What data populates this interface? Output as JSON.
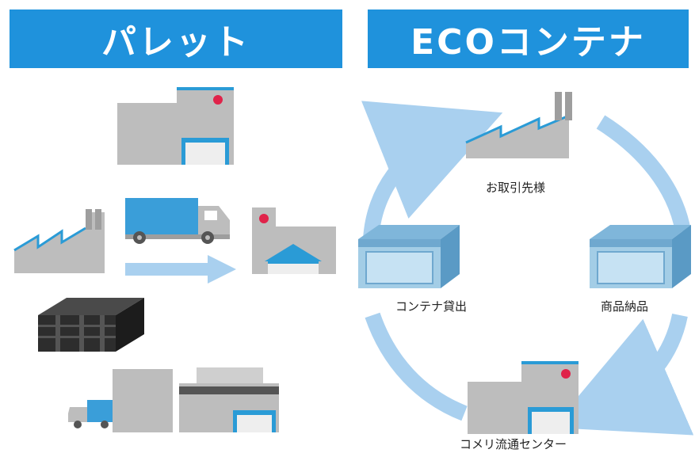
{
  "left_panel": {
    "title": "パレット"
  },
  "right_panel": {
    "title": "ECOコンテナ",
    "labels": {
      "supplier": "お取引先様",
      "container_lending": "コンテナ貸出",
      "product_delivery": "商品納品",
      "distribution_center": "コメリ流通センター"
    }
  },
  "colors": {
    "banner_blue": "#1f92dc",
    "building_gray": "#bdbdbd",
    "roof_blue": "#2a9bd6",
    "truck_blue": "#3a9ed9",
    "container_light_blue": "#a3cde6",
    "cycle_arrow_blue": "#a9d0ef",
    "pallet_dark": "#2d2d2d",
    "logo_red": "#e0234a"
  }
}
